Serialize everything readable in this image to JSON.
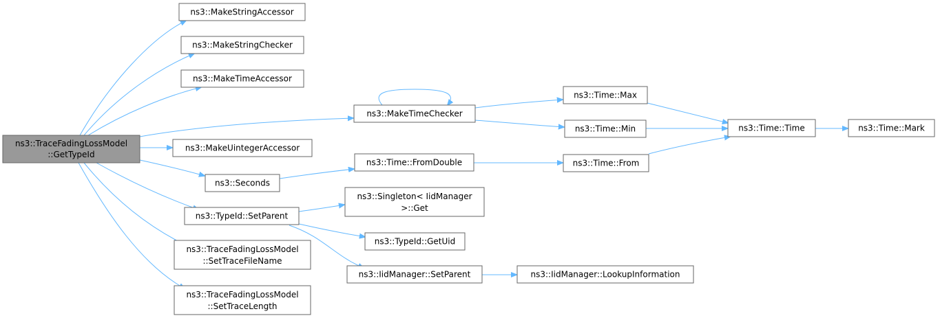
{
  "nodes": {
    "get_type_id": [
      "ns3::TraceFadingLossModel",
      "::GetTypeId"
    ],
    "make_string_accessor": [
      "ns3::MakeStringAccessor"
    ],
    "make_string_checker": [
      "ns3::MakeStringChecker"
    ],
    "make_time_accessor": [
      "ns3::MakeTimeAccessor"
    ],
    "make_time_checker": [
      "ns3::MakeTimeChecker"
    ],
    "make_uinteger_accessor": [
      "ns3::MakeUintegerAccessor"
    ],
    "seconds": [
      "ns3::Seconds"
    ],
    "typeid_set_parent": [
      "ns3::TypeId::SetParent"
    ],
    "set_trace_file_name": [
      "ns3::TraceFadingLossModel",
      "::SetTraceFileName"
    ],
    "set_trace_length": [
      "ns3::TraceFadingLossModel",
      "::SetTraceLength"
    ],
    "time_max": [
      "ns3::Time::Max"
    ],
    "time_min": [
      "ns3::Time::Min"
    ],
    "time_from_double": [
      "ns3::Time::FromDouble"
    ],
    "time_from": [
      "ns3::Time::From"
    ],
    "time_time": [
      "ns3::Time::Time"
    ],
    "time_mark": [
      "ns3::Time::Mark"
    ],
    "singleton_get": [
      "ns3::Singleton< IidManager",
      ">::Get"
    ],
    "typeid_get_uid": [
      "ns3::TypeId::GetUid"
    ],
    "iidmanager_set_parent": [
      "ns3::IidManager::SetParent"
    ],
    "iidmanager_lookup_information": [
      "ns3::IidManager::LookupInformation"
    ]
  },
  "colors": {
    "edge": "#63b8ff",
    "root_fill": "#999999",
    "node_border": "#666666"
  }
}
